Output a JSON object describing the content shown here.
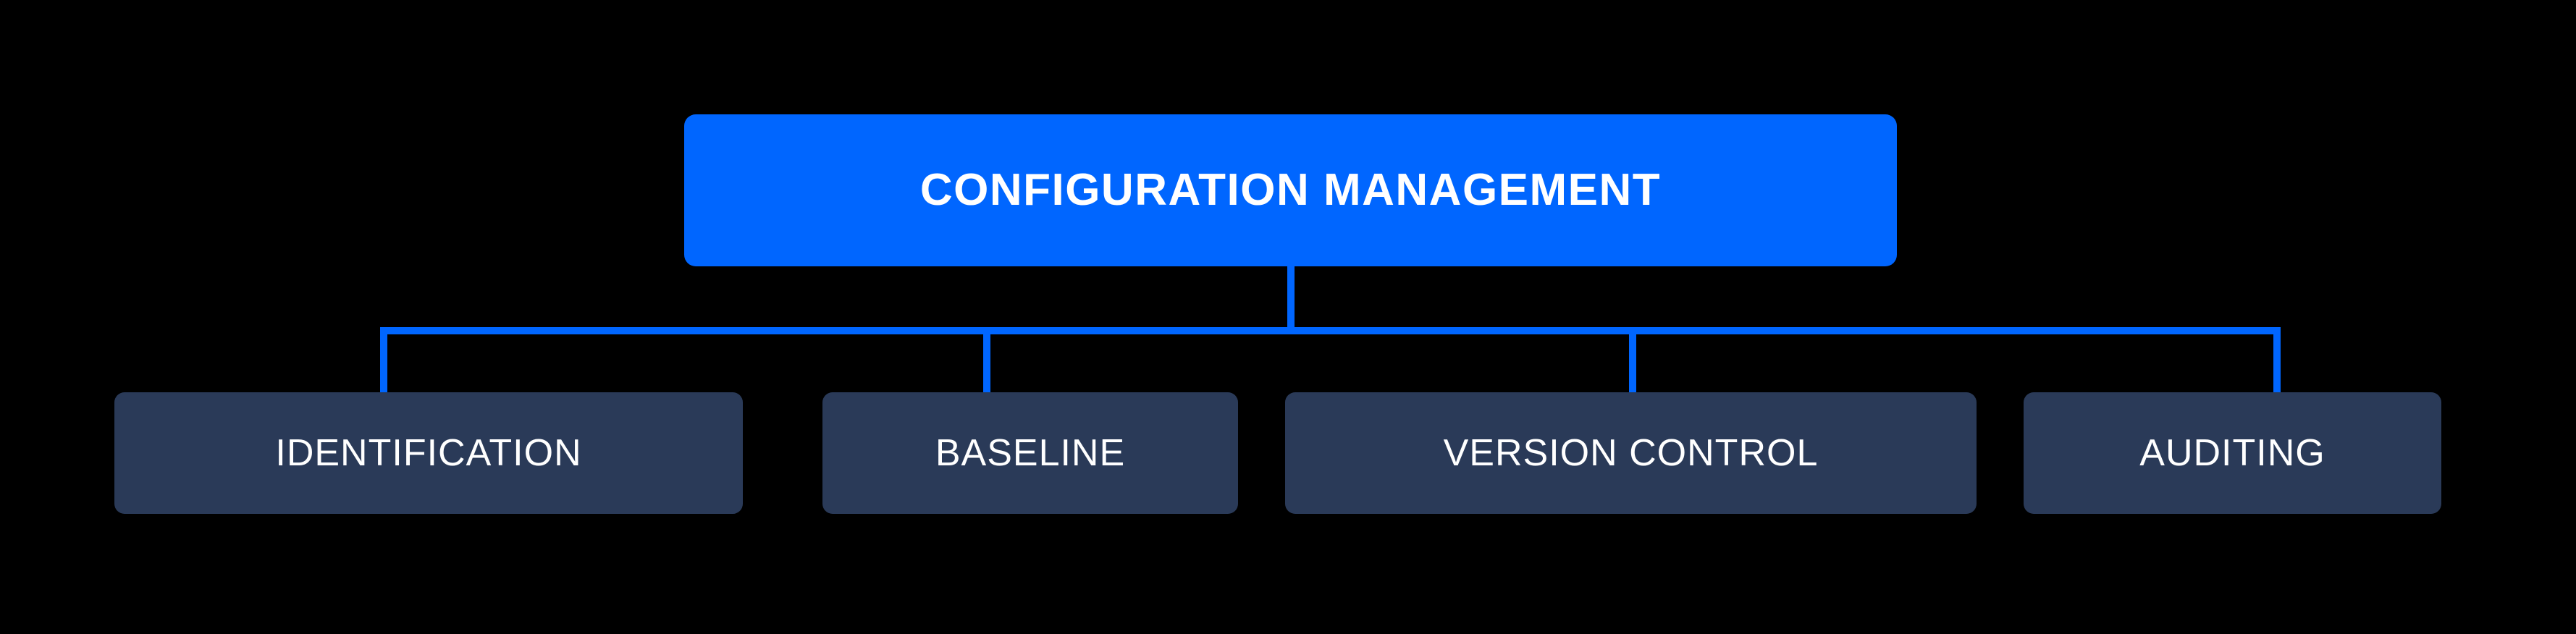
{
  "diagram": {
    "type": "hierarchy-tree",
    "orientation": "top-down",
    "background_color": "#000000",
    "root": {
      "label": "CONFIGURATION MANAGEMENT",
      "fill_color": "#0066FF",
      "text_color": "#FFFFFF"
    },
    "children": [
      {
        "label": "IDENTIFICATION",
        "fill_color": "#2A3A58",
        "text_color": "#FFFFFF"
      },
      {
        "label": "BASELINE",
        "fill_color": "#2A3A58",
        "text_color": "#FFFFFF"
      },
      {
        "label": "VERSION CONTROL",
        "fill_color": "#2A3A58",
        "text_color": "#FFFFFF"
      },
      {
        "label": "AUDITING",
        "fill_color": "#2A3A58",
        "text_color": "#FFFFFF"
      }
    ],
    "connector_color": "#0066FF"
  }
}
